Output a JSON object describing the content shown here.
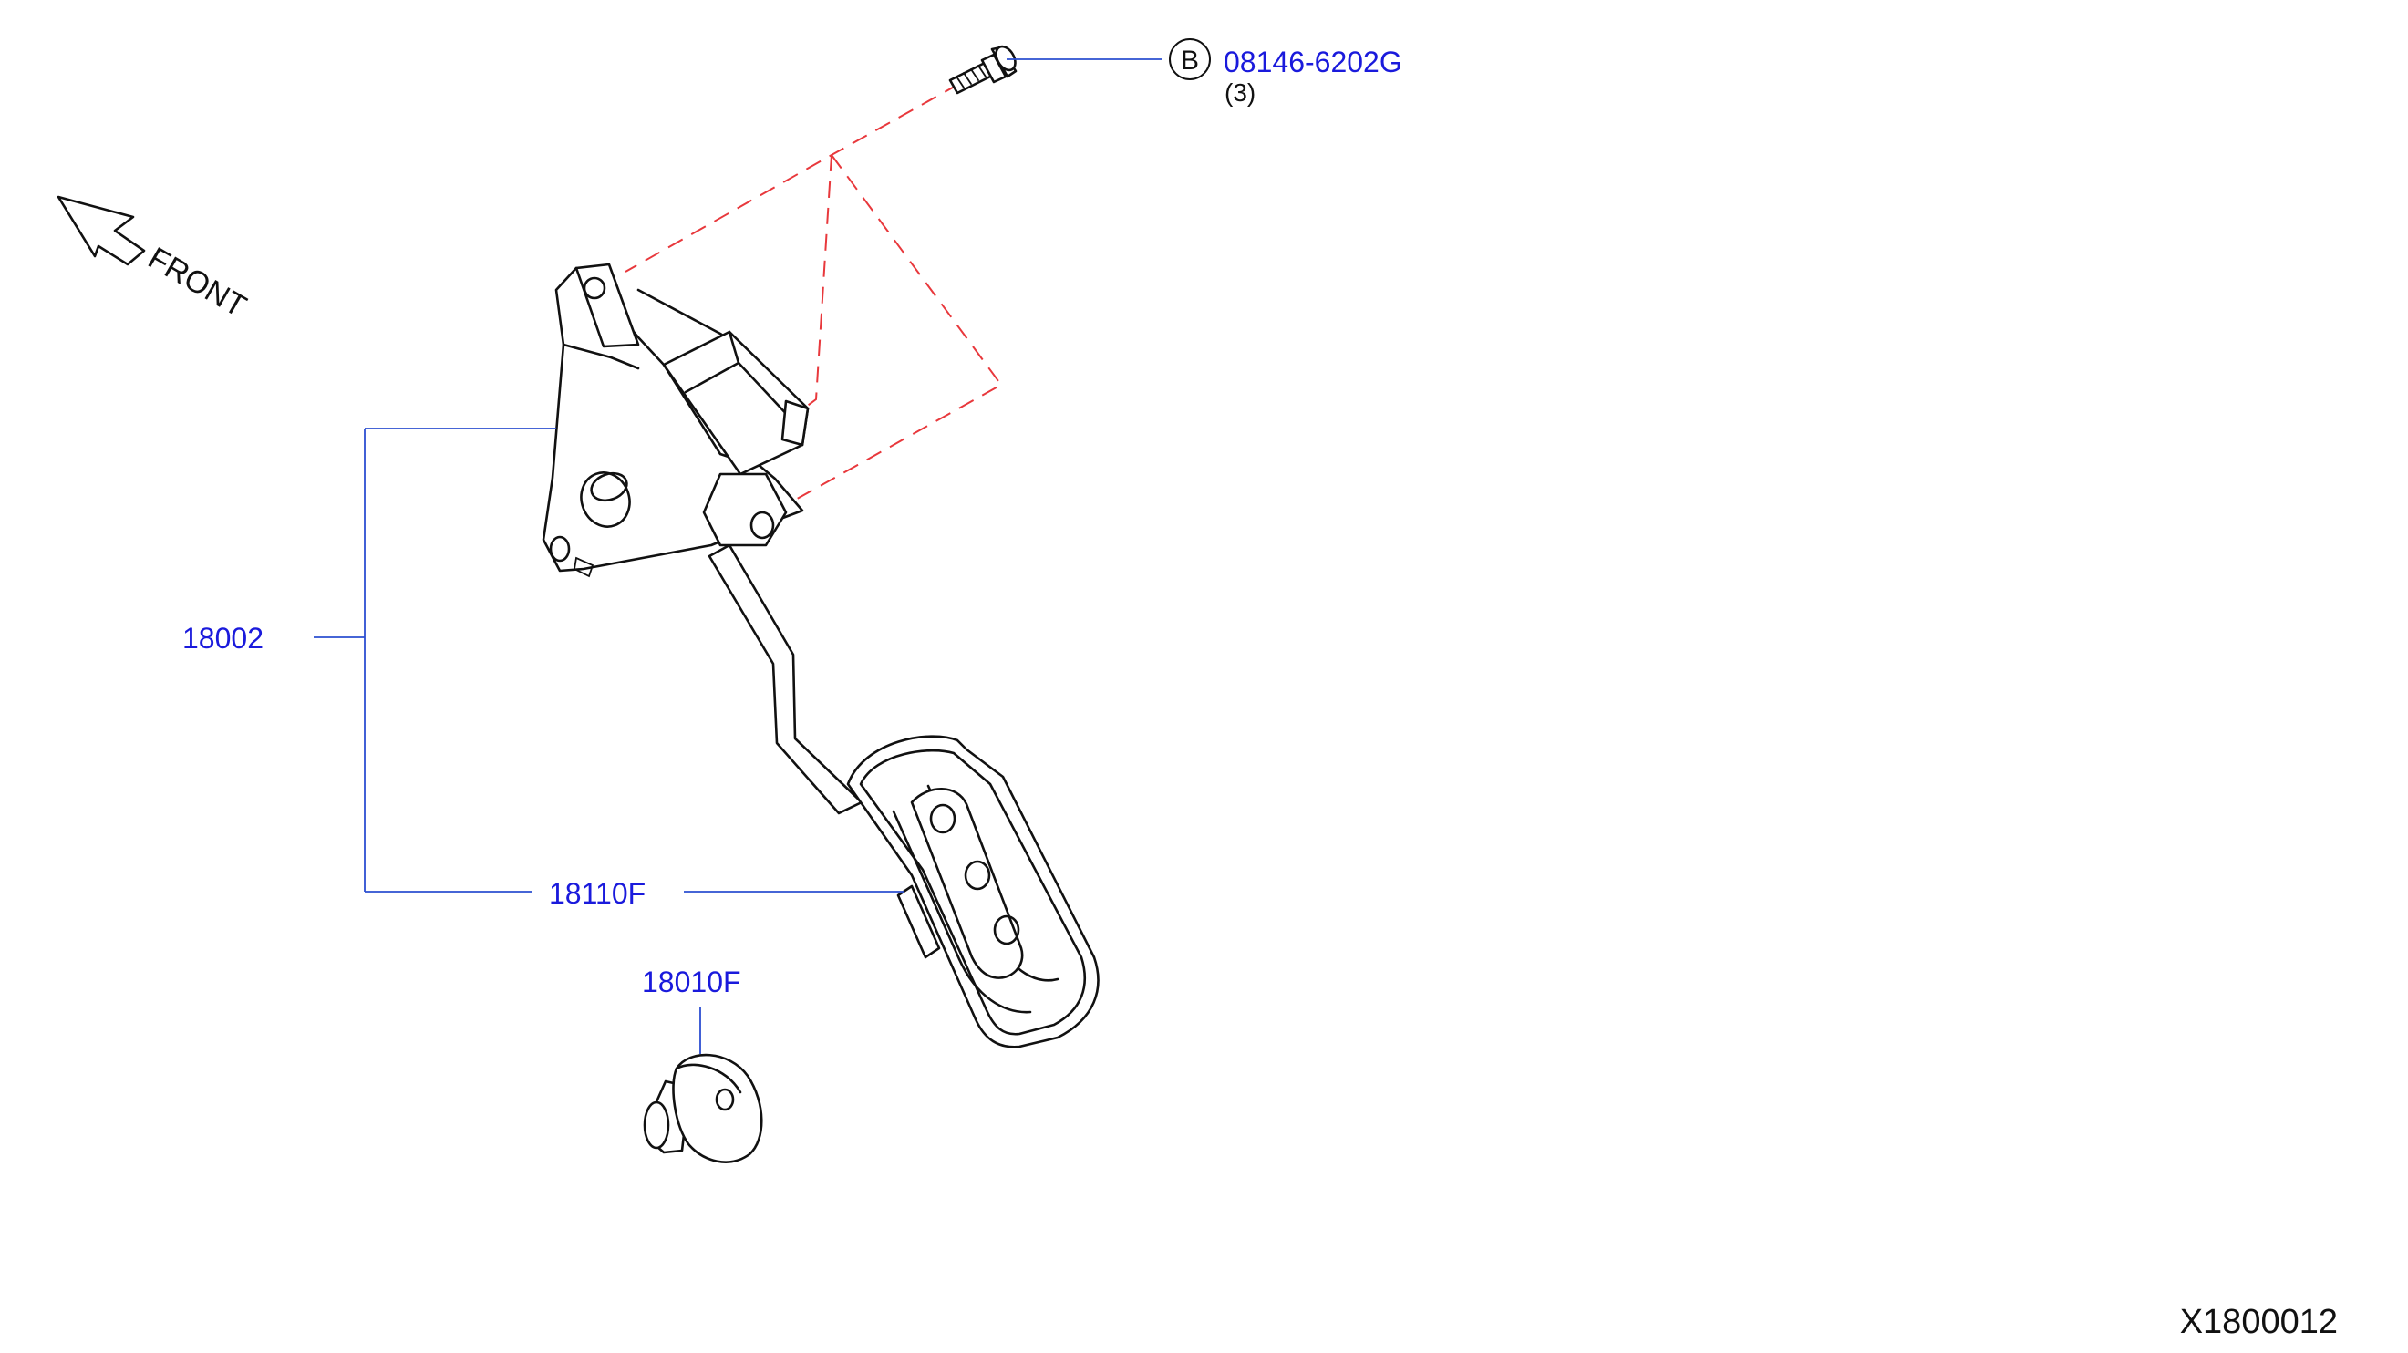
{
  "front_label": "FRONT",
  "callouts": {
    "bolt_ref_letter": "B",
    "bolt_part": "08146-6202G",
    "bolt_qty": "(3)",
    "pedal_assembly": "18002",
    "pedal_pad": "18110F",
    "stopper": "18010F"
  },
  "diagram_id": "X1800012",
  "colors": {
    "callout_text": "#1a1adc",
    "leader_line": "#2c4fd1",
    "alignment_line": "#e8383c",
    "part_outline": "#111111"
  }
}
